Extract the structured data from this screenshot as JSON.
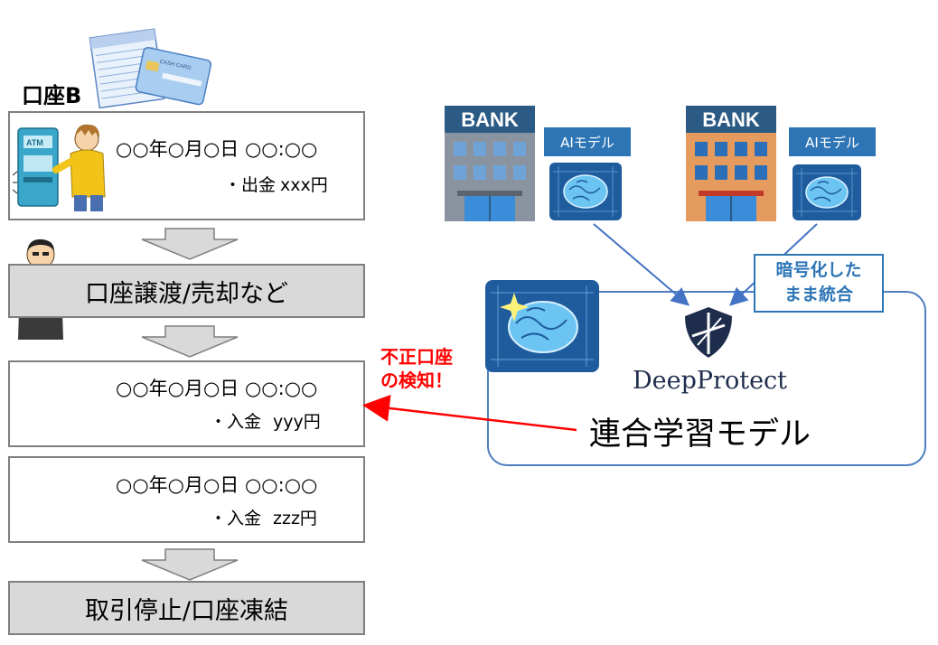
{
  "account_title": "口座B",
  "transactions": [
    {
      "date": "○○年○月○日 ○○:○○",
      "action": "・出金",
      "amount": "xxx円"
    },
    {
      "date": "○○年○月○日 ○○:○○",
      "action": "・入金",
      "amount": "yyy円"
    },
    {
      "date": "○○年○月○日 ○○:○○",
      "action": "・入金",
      "amount": "zzz円"
    }
  ],
  "steps": {
    "transfer": "口座譲渡/売却など",
    "freeze": "取引停止/口座凍結"
  },
  "banks": [
    {
      "sign": "BANK",
      "ai_label": "AIモデル"
    },
    {
      "sign": "BANK",
      "ai_label": "AIモデル"
    }
  ],
  "encrypt_note": [
    "暗号化した",
    "まま統合"
  ],
  "brand": "DeepProtect",
  "federated_label": "連合学習モデル",
  "detection_note": [
    "不正口座",
    "の検知！"
  ],
  "colors": {
    "accent_blue": "#2e75b6",
    "alert_red": "#ff0000",
    "box_gray": "#d9d9d9",
    "brand_navy": "#1f2d4d"
  },
  "cash_card_text": "CASH CARD",
  "atm_text": "ATM"
}
